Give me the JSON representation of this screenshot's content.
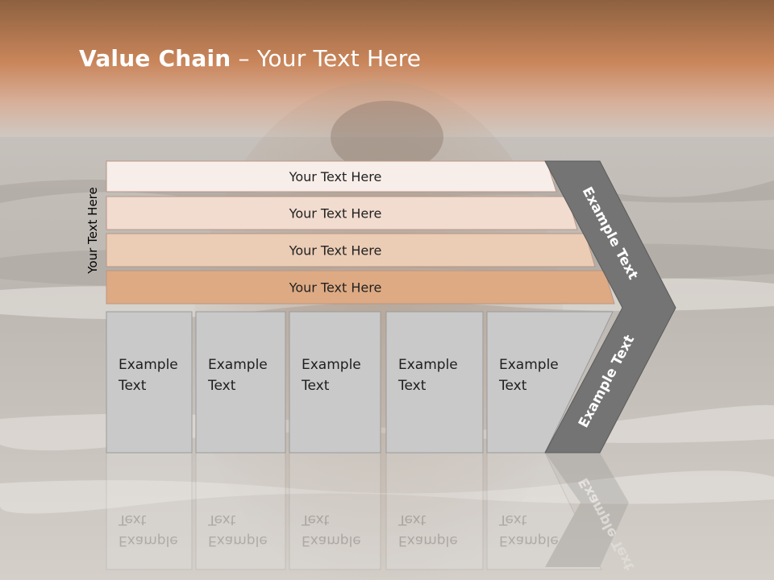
{
  "slide": {
    "title_bold": "Value Chain",
    "title_rest": "– Your Text Here",
    "side_label": "Your Text Here"
  },
  "bars": [
    {
      "label": "Your Text Here",
      "fill": "#f7ede9"
    },
    {
      "label": "Your Text Here",
      "fill": "#f1dccf"
    },
    {
      "label": "Your Text Here",
      "fill": "#ebccb5"
    },
    {
      "label": "Your Text Here",
      "fill": "#deaa83"
    }
  ],
  "boxes": [
    {
      "line1": "Example",
      "line2": "Text"
    },
    {
      "line1": "Example",
      "line2": "Text"
    },
    {
      "line1": "Example",
      "line2": "Text"
    },
    {
      "line1": "Example",
      "line2": "Text"
    },
    {
      "line1": "Example",
      "line2": "Text"
    }
  ],
  "chevron": {
    "upper_label": "Example Text",
    "lower_label": "Example Text",
    "fill": "#747474"
  },
  "colors": {
    "top_band": "#c8875a",
    "sea": "#c7c4bf",
    "box_fill": "#c9c9c9"
  }
}
